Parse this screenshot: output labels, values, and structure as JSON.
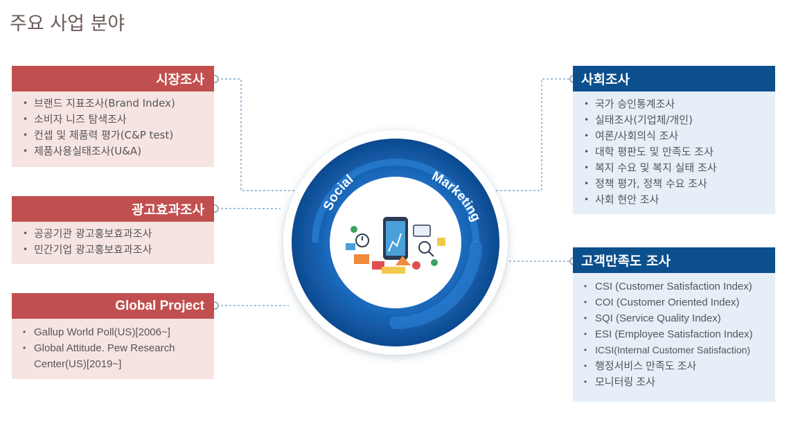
{
  "page_title": "주요 사업 분야",
  "center": {
    "arc_text_left": "Social",
    "arc_text_right": "Marketing",
    "ring_color": "#1a66b8",
    "illustration_icon": "social-marketing-illustration"
  },
  "left_panels": [
    {
      "title": "시장조사",
      "items": [
        "브랜드 지표조사(Brand Index)",
        "소비자 니즈 탐색조사",
        "컨셉 및 제품력 평가(C&P test)",
        "제품사용실태조사(U&A)"
      ]
    },
    {
      "title": "광고효과조사",
      "items": [
        "공공기관 광고홍보효과조사",
        "민간기업 광고홍보효과조사"
      ]
    },
    {
      "title": "Global Project",
      "items": [
        "Gallup World Poll(US)[2006~]",
        " Global Attitude. Pew Research Center(US)[2019~]"
      ]
    }
  ],
  "right_panels": [
    {
      "title": "사회조사",
      "items": [
        "국가 승인통계조사",
        "실태조사(기업체/개인)",
        "여론/사회의식 조사",
        "대학 평판도 및 만족도 조사",
        "복지 수요 및 복지 실태 조사",
        "정책 평가, 정책 수요 조사",
        "사회 현안 조사"
      ]
    },
    {
      "title": "고객만족도 조사",
      "items": [
        "CSI (Customer Satisfaction Index)",
        "COI (Customer Oriented Index)",
        "SQI (Service Quality Index)",
        "ESI (Employee Satisfaction Index)",
        "ICSI(Internal Customer Satisfaction)",
        "행정서비스 만족도 조사",
        "모니터링 조사"
      ]
    }
  ],
  "colors": {
    "left_header": "#c24f4f",
    "left_body": "#f6e4e3",
    "right_header": "#0b4f8d",
    "right_body": "#e6eef8",
    "connector": "#3d7fb3"
  }
}
